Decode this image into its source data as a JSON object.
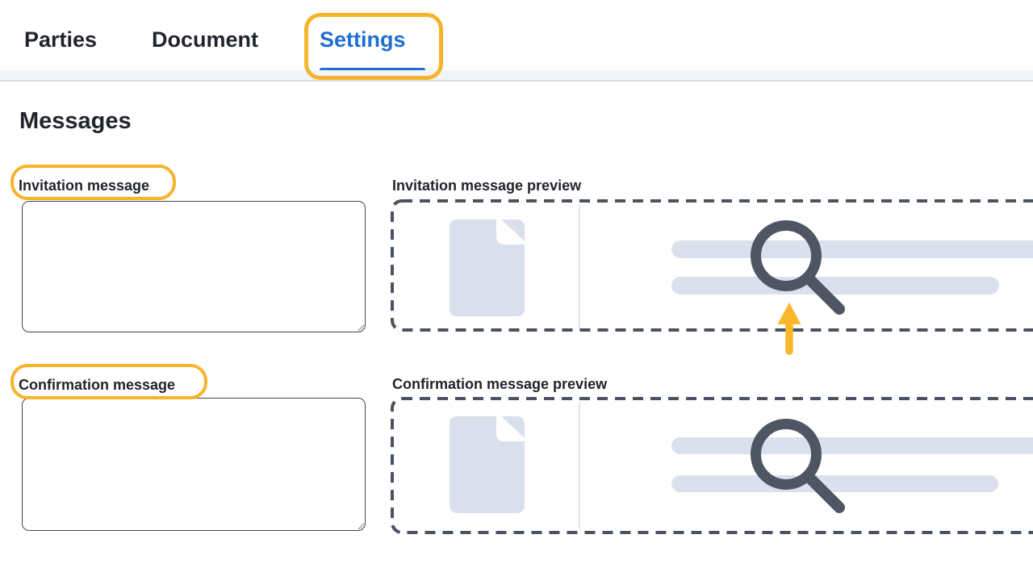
{
  "tabs": {
    "parties": "Parties",
    "document": "Document",
    "settings": "Settings",
    "active_tab": "Settings"
  },
  "page": {
    "heading": "Messages"
  },
  "invitation": {
    "label": "Invitation message",
    "value": "",
    "preview_label": "Invitation message preview"
  },
  "confirmation": {
    "label": "Confirmation message",
    "value": "",
    "preview_label": "Confirmation message preview"
  },
  "colors": {
    "active_tab_blue": "#1e6fd2",
    "highlight_yellow": "#f7b32b",
    "arrow_yellow": "#fbb72b",
    "dashed_border": "#4a5360",
    "placeholder_fill": "#d9e0eb",
    "skeleton_bar": "#dbe1ec",
    "magnifier": "#4e5663",
    "subnav_bar": "#f2f5f8",
    "text_dark": "#21252b"
  }
}
